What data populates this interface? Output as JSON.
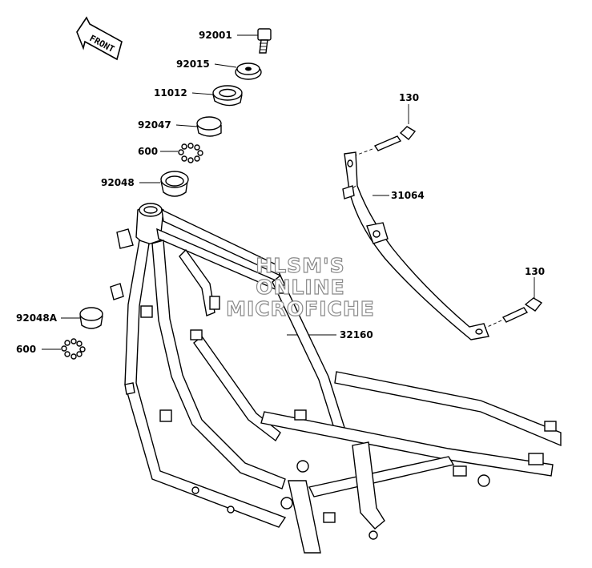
{
  "front_arrow": {
    "label": "FRONT"
  },
  "watermark": {
    "lines": [
      "HLSM'S",
      "ONLINE",
      "MICROFICHE"
    ]
  },
  "parts": {
    "p92001": "92001",
    "p92015": "92015",
    "p11012": "11012",
    "p92047": "92047",
    "p600a": "600",
    "p92048": "92048",
    "p130a": "130",
    "p31064": "31064",
    "p130b": "130",
    "p92048A": "92048A",
    "p32160": "32160",
    "p600b": "600"
  }
}
